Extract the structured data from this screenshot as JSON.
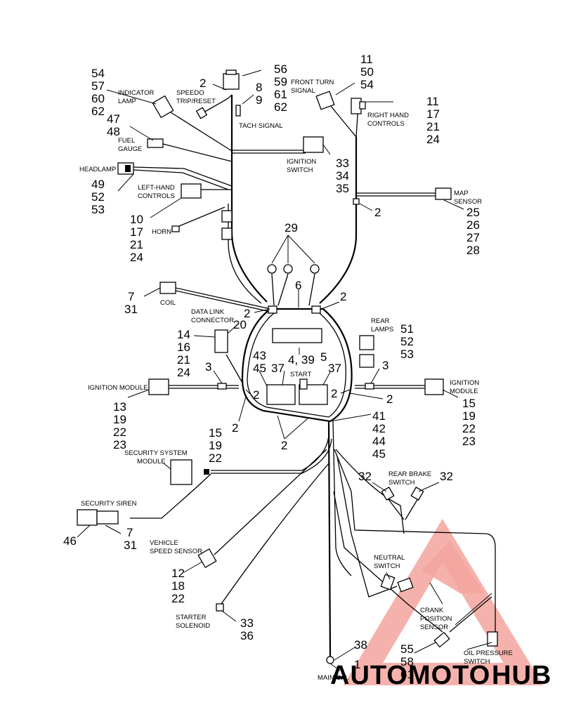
{
  "labels": {
    "indicator_lamp": [
      "INDICATOR",
      "LAMP"
    ],
    "speedo_trip_reset": [
      "SPEEDO",
      "TRIP/RESET"
    ],
    "tach_signal": "TACH SIGNAL",
    "front_turn_signal": [
      "FRONT TURN",
      "SIGNAL"
    ],
    "right_hand_controls": [
      "RIGHT HAND",
      "CONTROLS"
    ],
    "fuel_gauge": [
      "FUEL",
      "GAUGE"
    ],
    "headlamp": "HEADLAMP",
    "ignition_switch": [
      "IGNITION",
      "SWITCH"
    ],
    "left_hand_controls": [
      "LEFT-HAND",
      "CONTROLS"
    ],
    "map_sensor": [
      "MAP",
      "SENSOR"
    ],
    "horn": "HORN",
    "coil": "COIL",
    "data_link_connector": [
      "DATA LINK",
      "CONNECTOR"
    ],
    "rear_lamps": [
      "REAR",
      "LAMPS"
    ],
    "start": "START",
    "ignition_module_left": "IGNITION MODULE",
    "ignition_module_right": [
      "IGNITION",
      "MODULE"
    ],
    "security_system_module": [
      "SECURITY SYSTEM",
      "MODULE"
    ],
    "rear_brake_switch": [
      "REAR BRAKE",
      "SWITCH"
    ],
    "security_siren": "SECURITY SIREN",
    "vehicle_speed_sensor": [
      "VEHICLE",
      "SPEED SENSOR"
    ],
    "neutral_switch": [
      "NEUTRAL",
      "SWITCH"
    ],
    "crank_position_sensor": [
      "CRANK",
      "POSITION",
      "SENSOR"
    ],
    "starter_solenoid": [
      "STARTER",
      "SOLENOID"
    ],
    "oil_pressure_switch": [
      "OIL PRESSURE",
      "SWITCH"
    ],
    "main_cb": "MAIN C.B."
  },
  "callouts": {
    "indicator_lamp": [
      "54",
      "57",
      "60",
      "62"
    ],
    "speedo": "2",
    "top_switch": [
      "56",
      "59",
      "61",
      "62"
    ],
    "tach": [
      "8",
      "9"
    ],
    "front_turn": [
      "11",
      "50",
      "54"
    ],
    "right_hand": [
      "11",
      "17",
      "21",
      "24"
    ],
    "fuel_gauge": [
      "47",
      "48"
    ],
    "ignition_switch": [
      "33",
      "34",
      "35"
    ],
    "headlamp": [
      "49",
      "52",
      "53"
    ],
    "map_sensor_clip": "2",
    "map_sensor": [
      "25",
      "26",
      "27",
      "28"
    ],
    "left_hand": [
      "10",
      "17",
      "21",
      "24"
    ],
    "ring_terminals": "29",
    "coil": [
      "7",
      "31"
    ],
    "harness_top": "6",
    "clip_left_top": "2",
    "clip_right_top": "2",
    "data_link": "20",
    "data_link_left": [
      "14",
      "16",
      "21",
      "24"
    ],
    "rear_lamps": [
      "51",
      "52",
      "53"
    ],
    "center_a": [
      "43",
      "45"
    ],
    "center_b": "4, 39",
    "center_c": "5",
    "relay_left": "37",
    "relay_right": "37",
    "clip_left_mid": "3",
    "clip_right_mid": "3",
    "ign_mod_left": [
      "13",
      "19",
      "22",
      "23"
    ],
    "ign_mod_right": [
      "15",
      "19",
      "22",
      "23"
    ],
    "clip_left_low_a": "2",
    "clip_left_low_b": "2",
    "clip_right_low_a": "2",
    "clip_right_low_b": "2",
    "right_harness": [
      "41",
      "42",
      "44",
      "45"
    ],
    "clip_bottom": "2",
    "security_module": [
      "15",
      "19",
      "22"
    ],
    "rear_brake_left": "32",
    "rear_brake_right": "32",
    "siren_left": "46",
    "siren_right": [
      "7",
      "31"
    ],
    "vss": [
      "12",
      "18",
      "22"
    ],
    "starter": [
      "33",
      "36"
    ],
    "main_cb_a": "38",
    "main_cb_b": "1",
    "crank": [
      "55",
      "58",
      "61"
    ]
  },
  "watermark": {
    "brand_left": "AUTOMOTO",
    "brand_right": "HUB",
    "accent_color": "#e84a3f",
    "gray_color": "#8a8a8a"
  }
}
